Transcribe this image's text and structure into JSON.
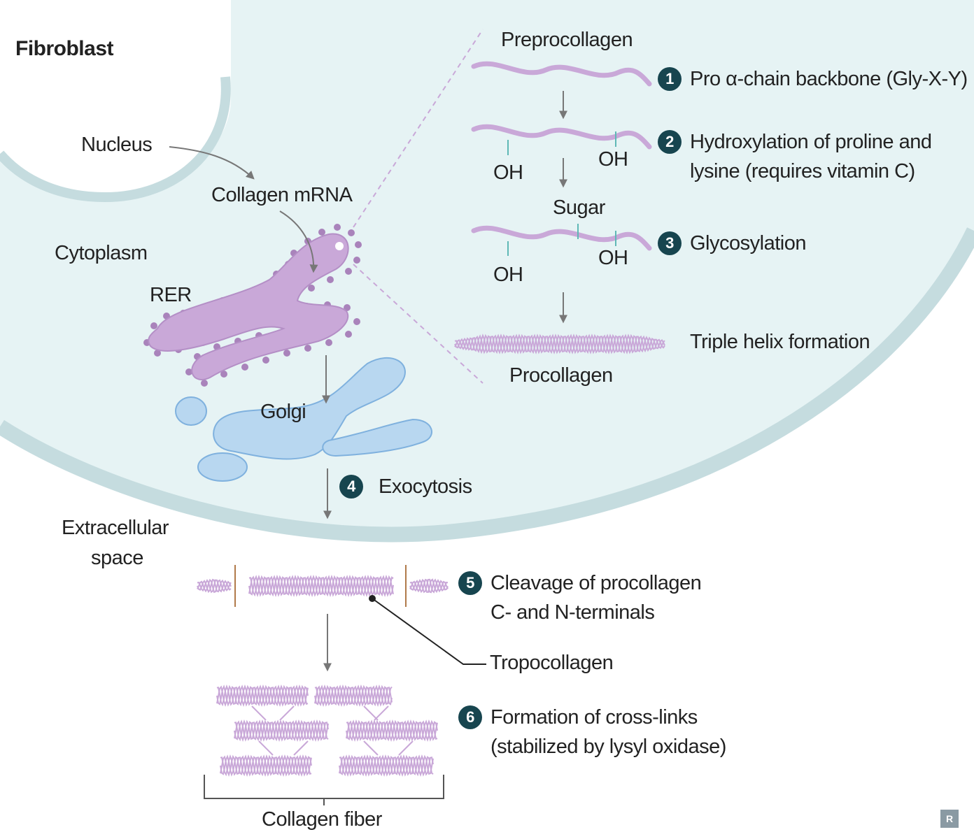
{
  "title": "Fibroblast",
  "labels": {
    "nucleus": "Nucleus",
    "cytoplasm": "Cytoplasm",
    "collagen_mrna": "Collagen mRNA",
    "rer": "RER",
    "golgi": "Golgi",
    "extracellular_line1": "Extracellular",
    "extracellular_line2": "space",
    "preprocollagen": "Preprocollagen",
    "oh": "OH",
    "sugar": "Sugar",
    "triple_helix": "Triple helix formation",
    "procollagen": "Procollagen",
    "tropocollagen": "Tropocollagen",
    "collagen_fiber": "Collagen fiber",
    "logo": "R"
  },
  "steps": [
    {
      "number": "1",
      "lines": [
        "Pro α-chain backbone (Gly-X-Y)"
      ]
    },
    {
      "number": "2",
      "lines": [
        "Hydroxylation of proline and",
        "lysine (requires vitamin C)"
      ]
    },
    {
      "number": "3",
      "lines": [
        "Glycosylation"
      ]
    },
    {
      "number": "4",
      "lines": [
        "Exocytosis"
      ]
    },
    {
      "number": "5",
      "lines": [
        "Cleavage of procollagen",
        "C- and N-terminals"
      ]
    },
    {
      "number": "6",
      "lines": [
        "Formation of cross-links",
        "(stabilized by lysyl oxidase)"
      ]
    }
  ],
  "colors": {
    "cell_fill": "#e6f3f4",
    "membrane": "#c5dcdf",
    "rer": "#c9a8d8",
    "rer_dots": "#a983bb",
    "golgi": "#b8d7f0",
    "golgi_stroke": "#7fb1de",
    "chain": "#c9a8d8",
    "badge": "#17454f",
    "arrow": "#777777",
    "hydroxyl_tick": "#5fb8b6"
  }
}
